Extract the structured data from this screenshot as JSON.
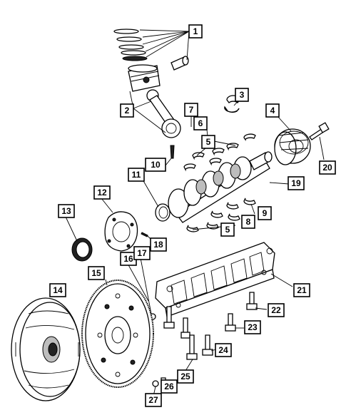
{
  "callouts": [
    {
      "id": "1",
      "label": "1"
    },
    {
      "id": "2",
      "label": "2"
    },
    {
      "id": "3",
      "label": "3"
    },
    {
      "id": "4",
      "label": "4"
    },
    {
      "id": "5a",
      "label": "5"
    },
    {
      "id": "5b",
      "label": "5"
    },
    {
      "id": "6",
      "label": "6"
    },
    {
      "id": "7",
      "label": "7"
    },
    {
      "id": "8",
      "label": "8"
    },
    {
      "id": "9",
      "label": "9"
    },
    {
      "id": "10",
      "label": "10"
    },
    {
      "id": "11",
      "label": "11"
    },
    {
      "id": "12",
      "label": "12"
    },
    {
      "id": "13",
      "label": "13"
    },
    {
      "id": "14",
      "label": "14"
    },
    {
      "id": "15",
      "label": "15"
    },
    {
      "id": "16",
      "label": "16"
    },
    {
      "id": "17",
      "label": "17"
    },
    {
      "id": "18",
      "label": "18"
    },
    {
      "id": "19",
      "label": "19"
    },
    {
      "id": "20",
      "label": "20"
    },
    {
      "id": "21",
      "label": "21"
    },
    {
      "id": "22",
      "label": "22"
    },
    {
      "id": "23",
      "label": "23"
    },
    {
      "id": "24",
      "label": "24"
    },
    {
      "id": "25",
      "label": "25"
    },
    {
      "id": "26",
      "label": "26"
    },
    {
      "id": "27",
      "label": "27"
    }
  ]
}
